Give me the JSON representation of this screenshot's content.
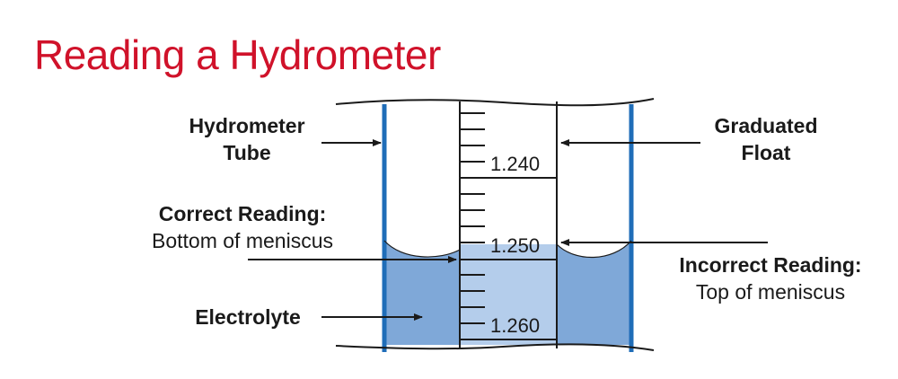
{
  "title": "Reading a Hydrometer",
  "labels": {
    "hydrometer_tube": [
      "Hydrometer",
      "Tube"
    ],
    "graduated_float": [
      "Graduated",
      "Float"
    ],
    "correct_reading_heading": "Correct Reading:",
    "correct_reading_detail": "Bottom of meniscus",
    "incorrect_reading_heading": "Incorrect Reading:",
    "incorrect_reading_detail": "Top of meniscus",
    "electrolyte": "Electrolyte"
  },
  "scale": {
    "labels": [
      "1.240",
      "1.250",
      "1.260"
    ]
  },
  "colors": {
    "title": "#d0122a",
    "tube_wall": "#1f6db8",
    "electrolyte": "#7fa8d8",
    "electrolyte_in_float": "#b4cdeb",
    "text": "#1a1a1a"
  }
}
